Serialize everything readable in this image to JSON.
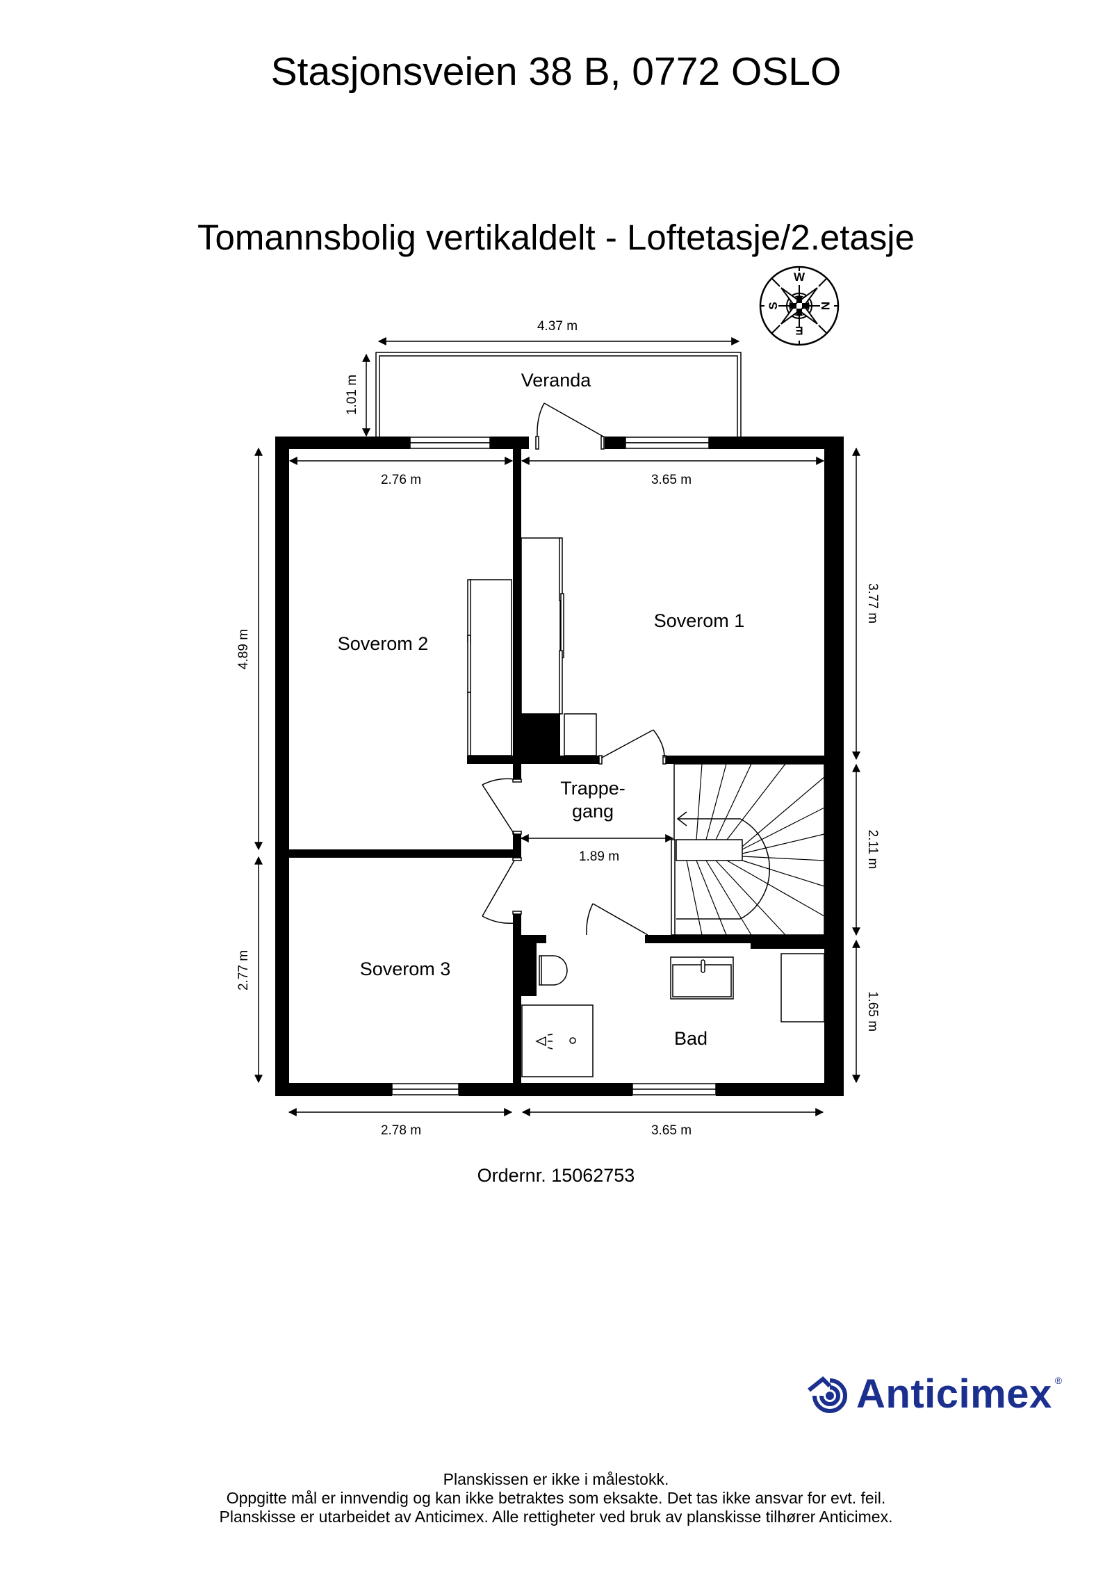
{
  "header": {
    "address": "Stasjonsveien 38 B, 0772 OSLO",
    "subtitle": "Tomannsbolig vertikaldelt  - Loftetasje/2.etasje"
  },
  "compass": {
    "icon": "compass-rose-icon",
    "labels": {
      "top": "W",
      "right": "N",
      "bottom": "E",
      "left": "S"
    }
  },
  "rooms": {
    "veranda": "Veranda",
    "soverom1": "Soverom 1",
    "soverom2": "Soverom 2",
    "soverom3": "Soverom 3",
    "trappegang_line1": "Trappe-",
    "trappegang_line2": "gang",
    "bad": "Bad"
  },
  "dimensions": {
    "veranda_width": "4.37 m",
    "veranda_depth": "1.01 m",
    "soverom2_width": "2.76 m",
    "soverom1_width": "3.65 m",
    "left_upper_height": "4.89 m",
    "left_lower_height": "2.77 m",
    "right_upper_height": "3.77 m",
    "right_middle_height": "2.11 m",
    "right_lower_height": "1.65 m",
    "trappegang_width": "1.89 m",
    "bottom_left_width": "2.78 m",
    "bottom_right_width": "3.65 m"
  },
  "order": {
    "text": "Ordernr. 15062753"
  },
  "brand": {
    "name": "Anticimex",
    "registered": "®",
    "color": "#1b2f8f"
  },
  "footer": {
    "line1": "Planskissen er ikke i målestokk.",
    "line2": "Oppgitte mål er innvendig og kan ikke betraktes som eksakte. Det tas ikke ansvar for evt. feil.",
    "line3": "Planskisse er utarbeidet av Anticimex. Alle rettigheter ved bruk av planskisse tilhører Anticimex."
  }
}
